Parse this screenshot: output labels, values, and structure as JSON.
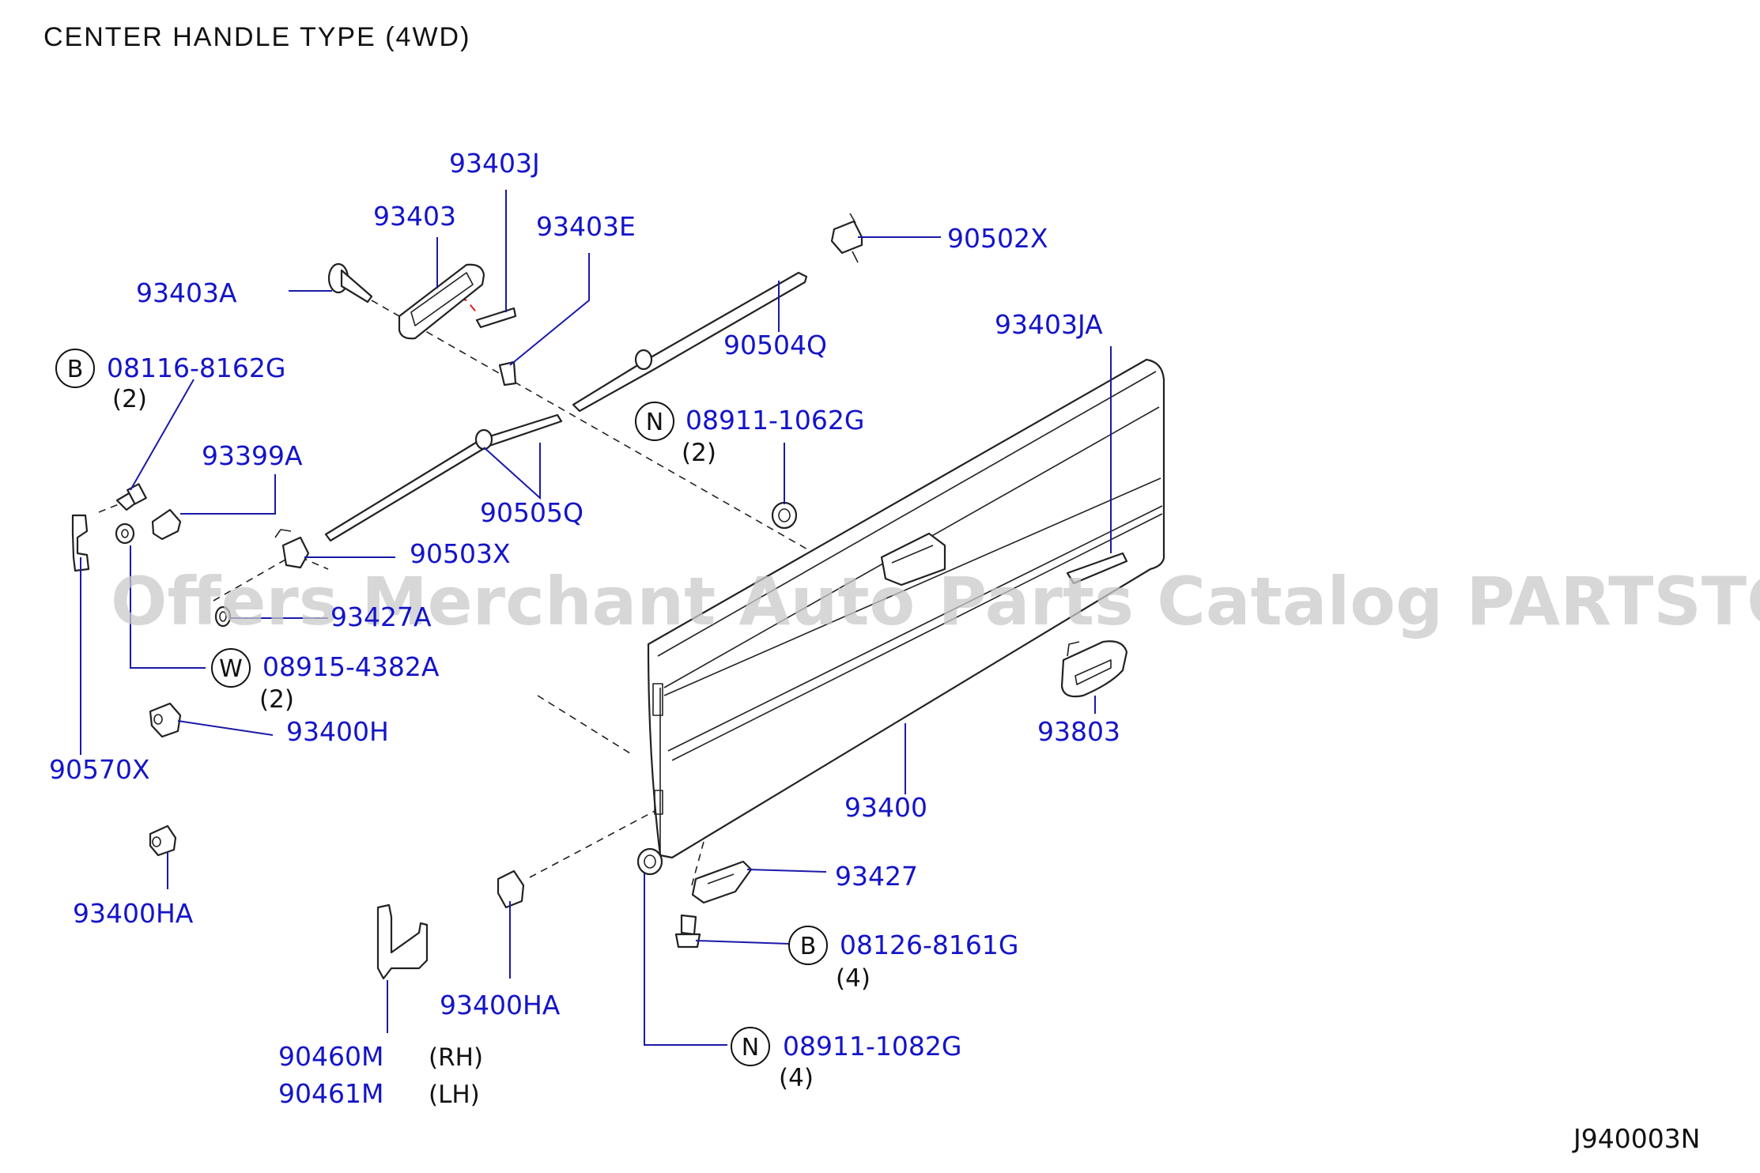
{
  "title": "CENTER  HANDLE  TYPE  (4WD)",
  "diagram_ref": "J940003N",
  "watermark": "Offers Merchant Auto Parts Catalog PARTSTORE.SA",
  "colors": {
    "part_code": "#1414c8",
    "leader": "#1a1aa8",
    "hidden_line": "#e02020"
  },
  "parts": [
    {
      "code": "93403J"
    },
    {
      "code": "93403"
    },
    {
      "code": "93403E"
    },
    {
      "code": "90502X"
    },
    {
      "code": "93403A"
    },
    {
      "code": "90504Q"
    },
    {
      "code": "93403JA"
    },
    {
      "code": "08116-8162G",
      "prefix": "B",
      "qty": "(2)"
    },
    {
      "code": "08911-1062G",
      "prefix": "N",
      "qty": "(2)"
    },
    {
      "code": "93399A"
    },
    {
      "code": "90505Q"
    },
    {
      "code": "90503X"
    },
    {
      "code": "93427A"
    },
    {
      "code": "08915-4382A",
      "prefix": "W",
      "qty": "(2)"
    },
    {
      "code": "93400H"
    },
    {
      "code": "93803"
    },
    {
      "code": "90570X"
    },
    {
      "code": "93400"
    },
    {
      "code": "93400HA"
    },
    {
      "code": "93427"
    },
    {
      "code": "08126-8161G",
      "prefix": "B",
      "qty": "(4)"
    },
    {
      "code": "93400HA"
    },
    {
      "code": "90460M",
      "side": "(RH)"
    },
    {
      "code": "90461M",
      "side": "(LH)"
    },
    {
      "code": "08911-1082G",
      "prefix": "N",
      "qty": "(4)"
    }
  ]
}
